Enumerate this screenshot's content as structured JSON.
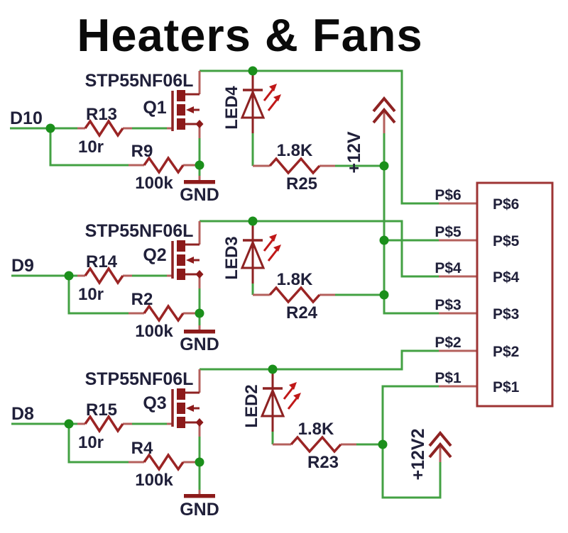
{
  "title": "Heaters & Fans",
  "colors": {
    "net_wire": "#43a143",
    "junction": "#1b8f1b",
    "symbol": "#8e2222",
    "pin_lead": "#b4605c",
    "led_ray": "#c01818",
    "label_text": "#20203a",
    "title_text": "#0a0a0a",
    "background": "#ffffff"
  },
  "stages": [
    {
      "input": "D10",
      "part": "STP55NF06L",
      "name": "Q1",
      "rg_name": "R13",
      "rg_value": "10r",
      "rp_name": "R9",
      "rp_value": "100k",
      "gnd": "GND"
    },
    {
      "input": "D9",
      "part": "STP55NF06L",
      "name": "Q2",
      "rg_name": "R14",
      "rg_value": "10r",
      "rp_name": "R2",
      "rp_value": "100k",
      "gnd": "GND"
    },
    {
      "input": "D8",
      "part": "STP55NF06L",
      "name": "Q3",
      "rg_name": "R15",
      "rg_value": "10r",
      "rp_name": "R4",
      "rp_value": "100k",
      "gnd": "GND"
    }
  ],
  "leds": [
    {
      "name": "LED4",
      "r_name": "R25",
      "r_value": "1.8K"
    },
    {
      "name": "LED3",
      "r_name": "R24",
      "r_value": "1.8K"
    },
    {
      "name": "LED2",
      "r_name": "R23",
      "r_value": "1.8K"
    }
  ],
  "power": {
    "rail1": "+12V",
    "rail2": "+12V2"
  },
  "connector": {
    "pins": [
      "P$6",
      "P$5",
      "P$4",
      "P$3",
      "P$2",
      "P$1"
    ]
  }
}
